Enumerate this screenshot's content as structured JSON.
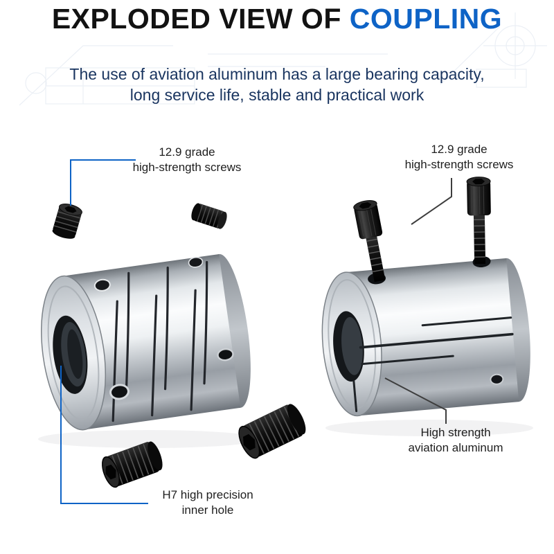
{
  "header": {
    "title_prefix": "EXPLODED VIEW OF ",
    "title_highlight": "COUPLING",
    "subtitle_line1": "The use of aviation aluminum has a large bearing capacity,",
    "subtitle_line2": "long service life, stable and practical work"
  },
  "callouts": {
    "left_screws": {
      "line1": "12.9 grade",
      "line2": "high-strength screws"
    },
    "right_screws": {
      "line1": "12.9 grade",
      "line2": "high-strength screws"
    },
    "aluminum": {
      "line1": "High strength",
      "line2": "aviation aluminum"
    },
    "inner_hole": {
      "line1": "H7 high precision",
      "line2": "inner hole"
    }
  },
  "illustrations": {
    "left_coupling": "beam-coupling-photo",
    "right_coupling": "clamp-coupling-photo",
    "screws": "hex-socket-set-screws"
  },
  "colors": {
    "accent_blue": "#0e63c6",
    "title_dark": "#121212",
    "subtitle_navy": "#1a3560",
    "callout_text": "#1e1e1e",
    "leader_dark": "#3e3e3e"
  }
}
